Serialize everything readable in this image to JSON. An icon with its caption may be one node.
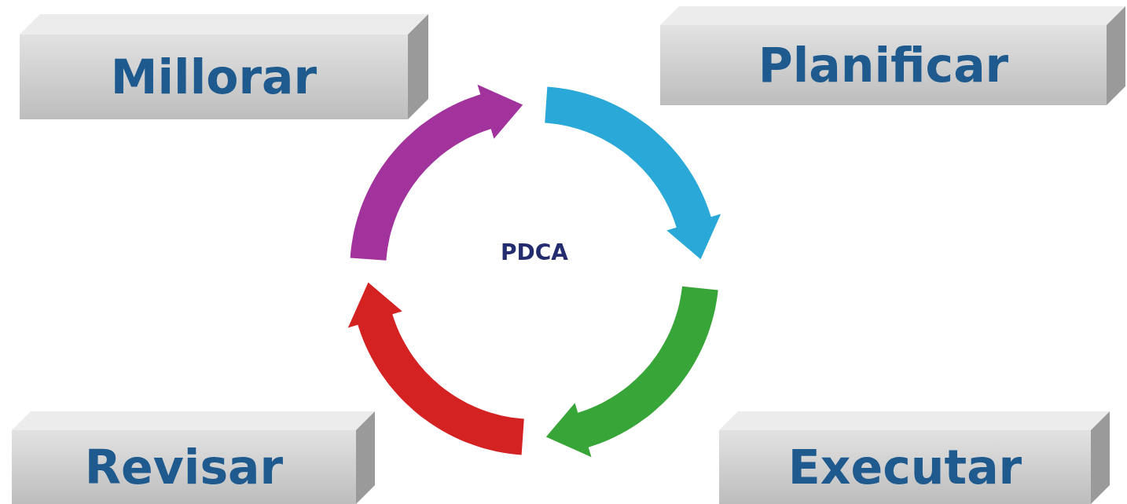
{
  "diagram": {
    "nodes": [
      {
        "text": [
          "Millorar"
        ]
      },
      {
        "text": [
          "Planificar"
        ]
      },
      {
        "text": [
          "Revisar"
        ]
      },
      {
        "text": [
          "Executar"
        ]
      }
    ],
    "labels": [
      "PDCA"
    ]
  }
}
